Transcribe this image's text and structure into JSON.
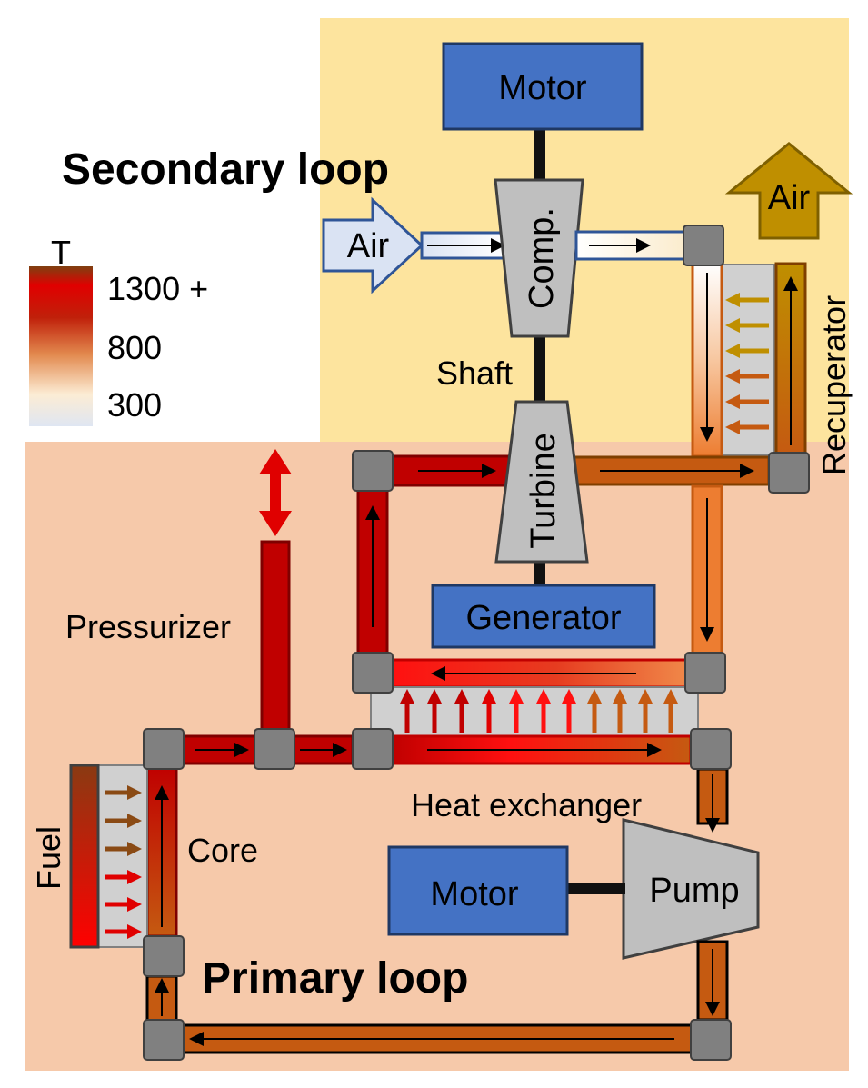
{
  "titles": {
    "secondary_loop": "Secondary loop",
    "primary_loop": "Primary loop"
  },
  "legend": {
    "title": "T",
    "tick_high": "1300 +",
    "tick_mid": "800",
    "tick_low": "300"
  },
  "components": {
    "motor_top": "Motor",
    "compressor": "Comp.",
    "turbine": "Turbine",
    "generator": "Generator",
    "motor_bottom": "Motor",
    "pump": "Pump",
    "air_in": "Air",
    "air_out": "Air"
  },
  "labels": {
    "shaft": "Shaft",
    "recuperator": "Recuperator",
    "pressurizer": "Pressurizer",
    "heat_exchanger": "Heat exchanger",
    "core": "Core",
    "fuel": "Fuel"
  },
  "colors": {
    "secondary_bg": "#fde49e",
    "primary_bg": "#f6c9aa",
    "component_blue": "#4472c4",
    "component_gray": "#bfbfbf",
    "node_gray": "#808080",
    "pipe_hot": "#c00000",
    "pipe_warm": "#c55a11",
    "pipe_orange": "#ed7d31",
    "air_hot": "#bf8f00"
  }
}
